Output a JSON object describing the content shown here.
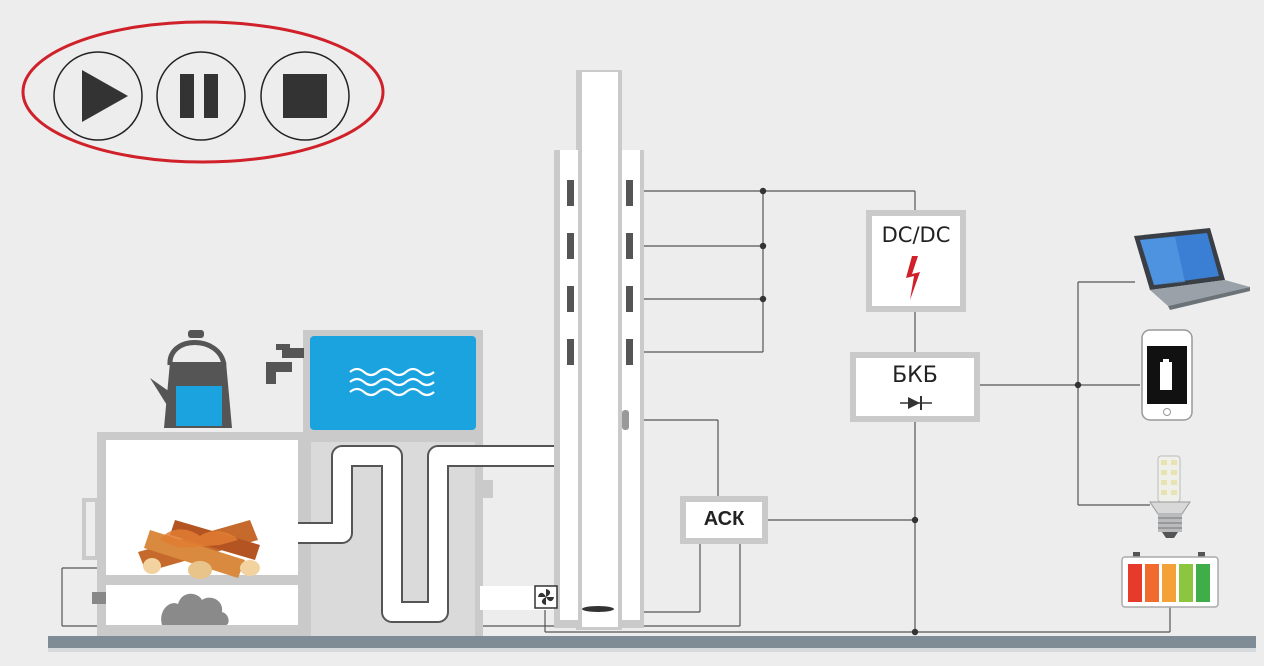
{
  "controls": {
    "buttons": [
      {
        "name": "play-button",
        "icon": "play-icon"
      },
      {
        "name": "pause-button",
        "icon": "pause-icon"
      },
      {
        "name": "stop-button",
        "icon": "stop-icon"
      }
    ],
    "highlight_color": "#d0202a"
  },
  "modules": {
    "dcdc": {
      "label": "DC/DC",
      "icon": "lightning-icon"
    },
    "bkb": {
      "label": "БКБ",
      "icon": "diode-icon"
    },
    "ack": {
      "label": "АСК"
    }
  },
  "devices": [
    {
      "name": "laptop",
      "icon": "laptop-icon"
    },
    {
      "name": "smartphone",
      "icon": "smartphone-icon"
    },
    {
      "name": "led-bulb",
      "icon": "led-bulb-icon"
    },
    {
      "name": "battery",
      "icon": "battery-icon"
    }
  ],
  "appliances": {
    "kettle": "kettle-icon",
    "water_tank": "water-tank-icon",
    "faucet": "faucet-icon",
    "fire": "fire-logs-icon",
    "fan": "fan-icon",
    "chimney": "chimney-icon"
  },
  "colors": {
    "water": "#1ba3e0",
    "frame": "#c9cac9",
    "wire": "#555555",
    "floor": "#7f8c96",
    "battery_cells": [
      "#e53a2c",
      "#f26b2e",
      "#f4a13a",
      "#8cc63f",
      "#3fae49"
    ]
  }
}
